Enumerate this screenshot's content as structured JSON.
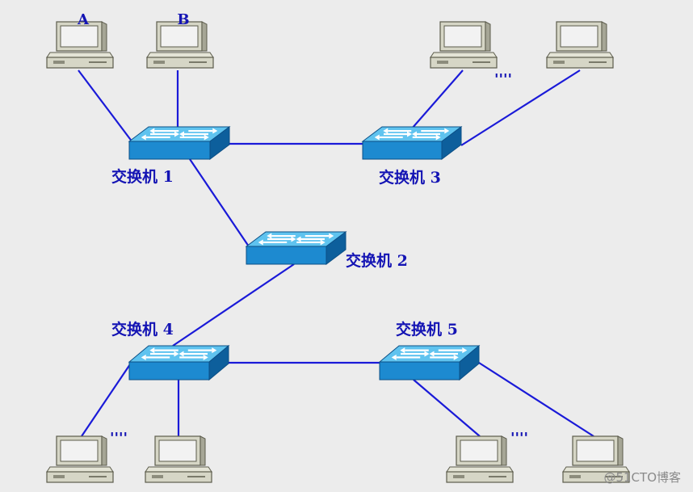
{
  "colors": {
    "background": "#ececec",
    "link": "#1a1ad8",
    "label": "#1414b4",
    "switch_top": "#5fc3ef",
    "switch_front": "#1d8ad0",
    "switch_side": "#0d5f9c",
    "pc_body": "#d6d6c6",
    "pc_screen": "#f2f2f2",
    "pc_dark": "#5c5c4c"
  },
  "diagram": {
    "switches": [
      {
        "id": "sw1",
        "label": "交换机 1"
      },
      {
        "id": "sw2",
        "label": "交换机 2"
      },
      {
        "id": "sw3",
        "label": "交换机 3"
      },
      {
        "id": "sw4",
        "label": "交换机 4"
      },
      {
        "id": "sw5",
        "label": "交换机 5"
      }
    ],
    "computers": [
      {
        "id": "pcA",
        "label": "A"
      },
      {
        "id": "pcB",
        "label": "B"
      },
      {
        "id": "pc3a",
        "label": ""
      },
      {
        "id": "pc3b",
        "label": ""
      },
      {
        "id": "pc4a",
        "label": ""
      },
      {
        "id": "pc4b",
        "label": ""
      },
      {
        "id": "pc5a",
        "label": ""
      },
      {
        "id": "pc5b",
        "label": ""
      }
    ],
    "ellipsis": [
      {
        "id": "dots3",
        "text": "''''"
      },
      {
        "id": "dots4",
        "text": "''''"
      },
      {
        "id": "dots5",
        "text": "''''"
      }
    ],
    "links": [
      {
        "from": "pcA",
        "to": "sw1"
      },
      {
        "from": "pcB",
        "to": "sw1"
      },
      {
        "from": "sw1",
        "to": "sw3"
      },
      {
        "from": "pc3a",
        "to": "sw3"
      },
      {
        "from": "pc3b",
        "to": "sw3"
      },
      {
        "from": "sw1",
        "to": "sw2"
      },
      {
        "from": "sw2",
        "to": "sw4"
      },
      {
        "from": "sw4",
        "to": "sw5"
      },
      {
        "from": "pc4a",
        "to": "sw4"
      },
      {
        "from": "pc4b",
        "to": "sw4"
      },
      {
        "from": "pc5a",
        "to": "sw5"
      },
      {
        "from": "pc5b",
        "to": "sw5"
      }
    ]
  },
  "watermark": "@51CTO博客"
}
